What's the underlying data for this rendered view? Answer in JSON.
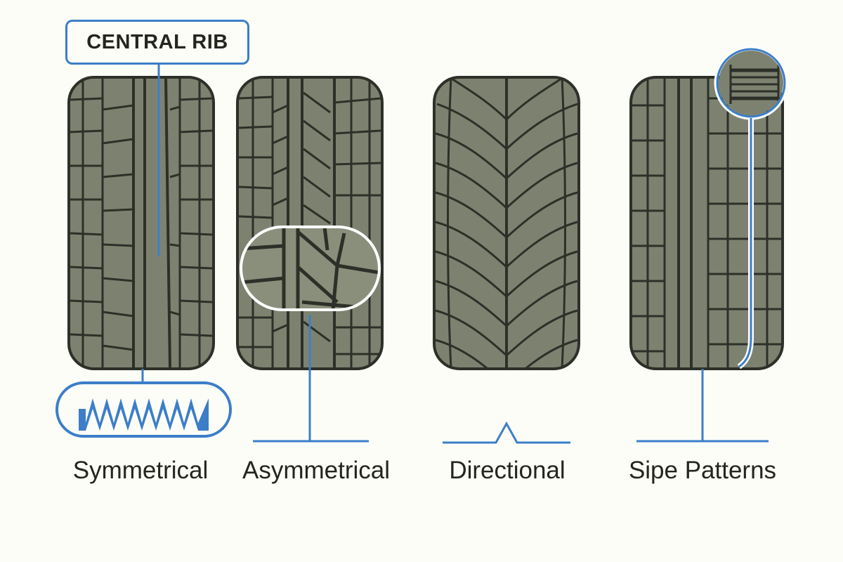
{
  "colors": {
    "background": "#fdfdf8",
    "tire_fill": "#7d8270",
    "tire_groove": "#2d3028",
    "accent_blue": "#3c7ec8",
    "text": "#23251f"
  },
  "callout": {
    "label": "CENTRAL RIB"
  },
  "tires": [
    {
      "id": "symmetrical",
      "label": "Symmetrical"
    },
    {
      "id": "asymmetrical",
      "label": "Asymmetrical"
    },
    {
      "id": "directional",
      "label": "Directional"
    },
    {
      "id": "sipe",
      "label": "Sipe Patterns"
    }
  ]
}
